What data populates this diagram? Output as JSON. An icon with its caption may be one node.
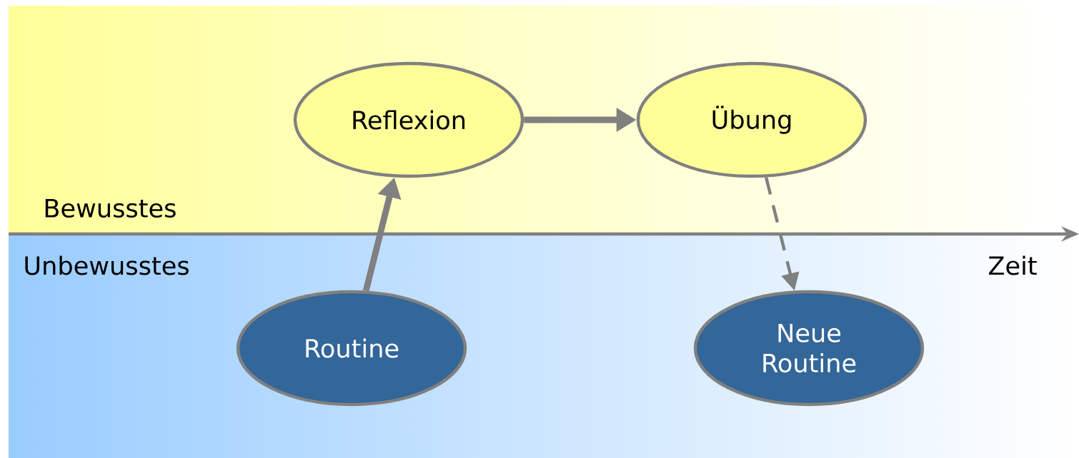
{
  "diagram": {
    "nodes": [
      {
        "text": [
          "Reflexion"
        ]
      },
      {
        "text": [
          "Übung"
        ]
      },
      {
        "text": [
          "Routine"
        ]
      },
      {
        "text": [
          "Neue Routine"
        ]
      }
    ],
    "edges": [
      {
        "from": 2,
        "to": 0,
        "arrow": "to"
      },
      {
        "from": 0,
        "to": 1,
        "arrow": "to"
      },
      {
        "from": 1,
        "to": 3,
        "arrow": "to",
        "style": "dashed"
      }
    ],
    "labels": [
      "Bewusstes",
      "Unbewusstes",
      "Zeit"
    ]
  }
}
